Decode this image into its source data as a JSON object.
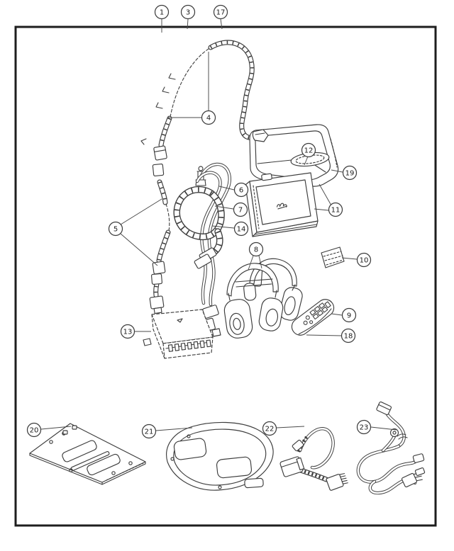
{
  "diagram": {
    "type": "exploded-parts-diagram",
    "colors": {
      "ink": "#3d3d3d",
      "frame": "#1e1e1e",
      "background": "#ffffff"
    },
    "callouts": [
      {
        "label": "1"
      },
      {
        "label": "3"
      },
      {
        "label": "17"
      },
      {
        "label": "4"
      },
      {
        "label": "5"
      },
      {
        "label": "6"
      },
      {
        "label": "7"
      },
      {
        "label": "8"
      },
      {
        "label": "9"
      },
      {
        "label": "10"
      },
      {
        "label": "11"
      },
      {
        "label": "12"
      },
      {
        "label": "13"
      },
      {
        "label": "14"
      },
      {
        "label": "18"
      },
      {
        "label": "19"
      },
      {
        "label": "20"
      },
      {
        "label": "21"
      },
      {
        "label": "22"
      },
      {
        "label": "23"
      }
    ]
  }
}
